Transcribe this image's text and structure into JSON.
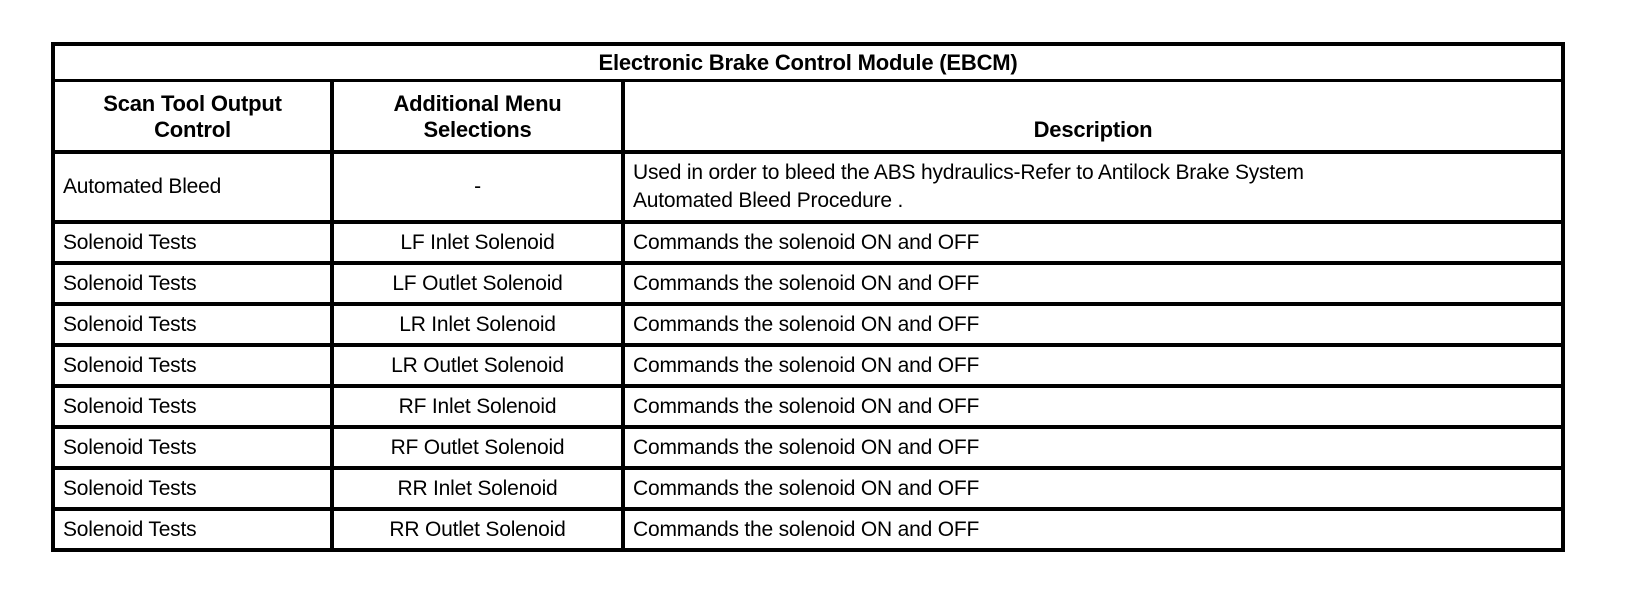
{
  "colors": {
    "background": "#ffffff",
    "border": "#000000",
    "text": "#000000"
  },
  "table": {
    "title": "Electronic Brake Control Module (EBCM)",
    "headers": {
      "scan_tool": "Scan Tool Output\nControl",
      "menu": "Additional Menu\nSelections",
      "description": "Description"
    },
    "rows": [
      {
        "scan_tool": "Automated Bleed",
        "menu": "-",
        "description": "Used in order to bleed the ABS hydraulics-Refer to Antilock Brake System\nAutomated Bleed Procedure ."
      },
      {
        "scan_tool": "Solenoid Tests",
        "menu": "LF Inlet Solenoid",
        "description": "Commands the solenoid ON and OFF"
      },
      {
        "scan_tool": "Solenoid Tests",
        "menu": "LF Outlet Solenoid",
        "description": "Commands the solenoid ON and OFF"
      },
      {
        "scan_tool": "Solenoid Tests",
        "menu": "LR Inlet Solenoid",
        "description": "Commands the solenoid ON and OFF"
      },
      {
        "scan_tool": "Solenoid Tests",
        "menu": "LR Outlet Solenoid",
        "description": "Commands the solenoid ON and OFF"
      },
      {
        "scan_tool": "Solenoid Tests",
        "menu": "RF Inlet Solenoid",
        "description": "Commands the solenoid ON and OFF"
      },
      {
        "scan_tool": "Solenoid Tests",
        "menu": "RF Outlet Solenoid",
        "description": "Commands the solenoid ON and OFF"
      },
      {
        "scan_tool": "Solenoid Tests",
        "menu": "RR Inlet Solenoid",
        "description": "Commands the solenoid ON and OFF"
      },
      {
        "scan_tool": "Solenoid Tests",
        "menu": "RR Outlet Solenoid",
        "description": "Commands the solenoid ON and OFF"
      }
    ]
  }
}
